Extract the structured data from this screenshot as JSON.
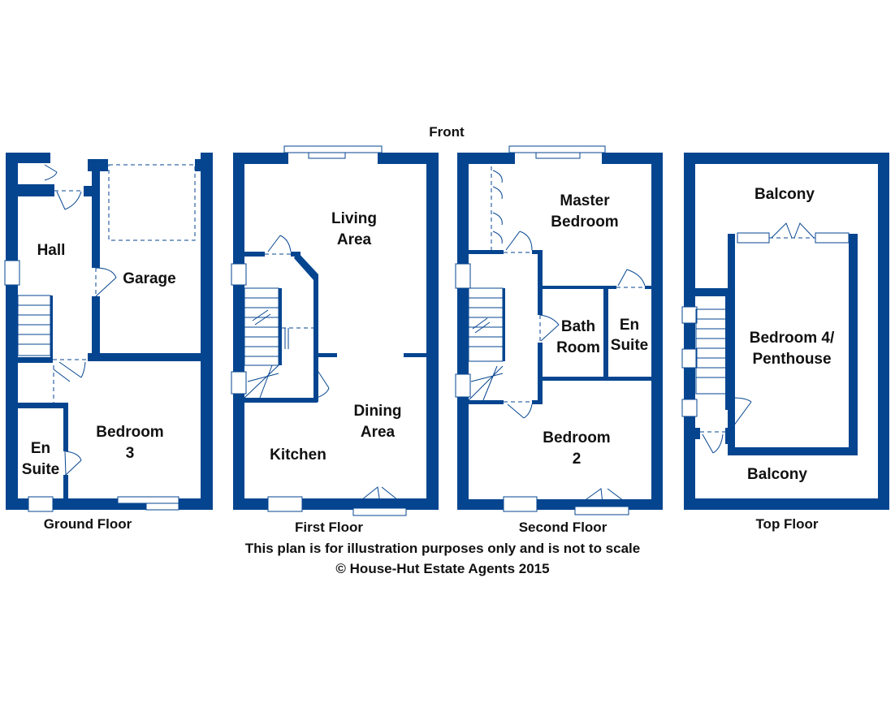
{
  "header": {
    "front_label": "Front"
  },
  "colors": {
    "wall": "#054590",
    "text": "#111111",
    "background": "#ffffff"
  },
  "ground_floor": {
    "title": "Ground Floor",
    "rooms": {
      "hall": "Hall",
      "garage": "Garage",
      "bedroom3_l1": "Bedroom",
      "bedroom3_l2": "3",
      "ensuite_l1": "En",
      "ensuite_l2": "Suite"
    }
  },
  "first_floor": {
    "title": "First Floor",
    "rooms": {
      "living_l1": "Living",
      "living_l2": "Area",
      "dining_l1": "Dining",
      "dining_l2": "Area",
      "kitchen": "Kitchen"
    }
  },
  "second_floor": {
    "title": "Second Floor",
    "rooms": {
      "master_l1": "Master",
      "master_l2": "Bedroom",
      "bath_l1": "Bath",
      "bath_l2": "Room",
      "ensuite_l1": "En",
      "ensuite_l2": "Suite",
      "bedroom2_l1": "Bedroom",
      "bedroom2_l2": "2"
    }
  },
  "top_floor": {
    "title": "Top Floor",
    "rooms": {
      "balcony_top": "Balcony",
      "bedroom4_l1": "Bedroom 4/",
      "bedroom4_l2": "Penthouse",
      "balcony_bottom": "Balcony"
    }
  },
  "footer": {
    "disclaimer": "This plan is for illustration purposes only and is not to scale",
    "copyright": "© House-Hut Estate Agents 2015"
  }
}
